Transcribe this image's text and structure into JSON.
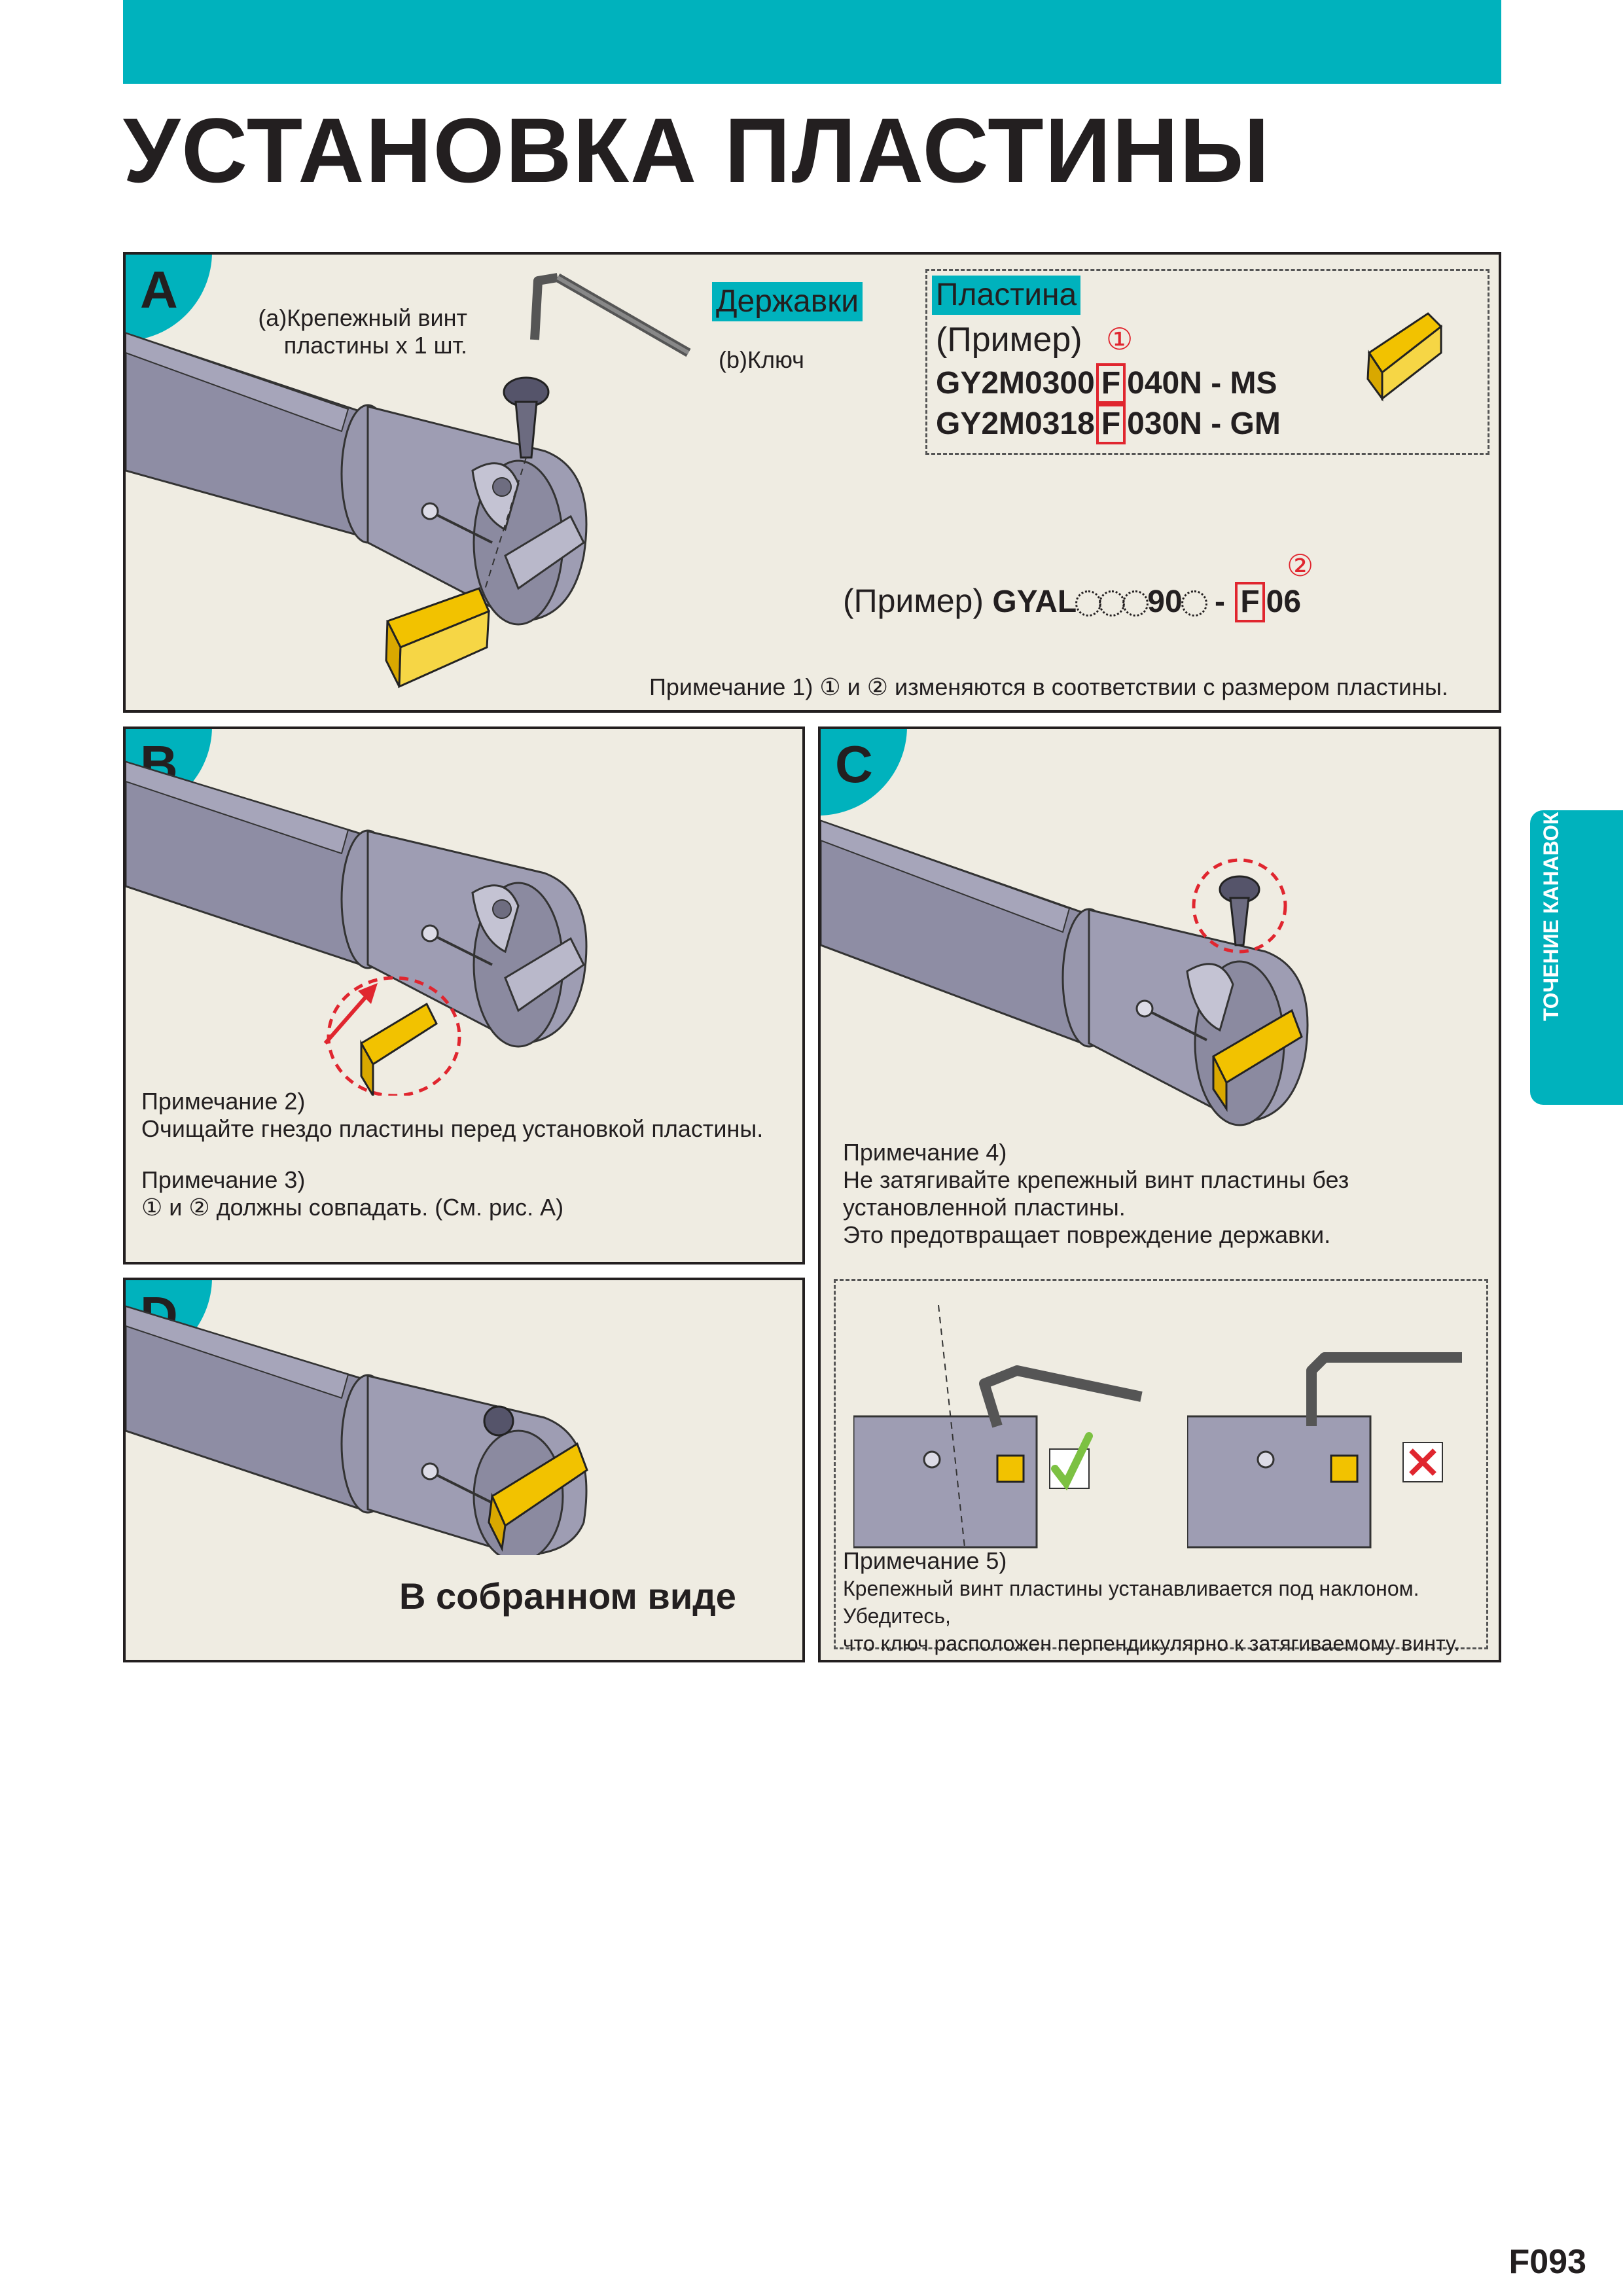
{
  "title": "УСТАНОВКА ПЛАСТИНЫ",
  "side_tab": "ТОЧЕНИЕ КАНАВОК",
  "page_number": "F093",
  "colors": {
    "accent": "#00b2bd",
    "panel_bg": "#efece2",
    "highlight": "#e0262f",
    "insert": "#f2c200"
  },
  "panelA": {
    "letter": "A",
    "screw_label_1": "(a)Крепежный винт",
    "screw_label_2": "пластины x 1 шт.",
    "holder_tag": "Державки",
    "key_label": "(b)Ключ",
    "insert_tag": "Пластина",
    "example_label": "(Пример)",
    "marker_1": "①",
    "marker_2": "②",
    "code1_pre": "GY2M0300",
    "code1_f": "F",
    "code1_post": "040N - MS",
    "code2_pre": "GY2M0318",
    "code2_f": "F",
    "code2_post": "030N - GM",
    "example2_label": "(Пример)",
    "example2_pre": "GYAL",
    "example2_mid": "90",
    "example2_dash": "-",
    "example2_f": "F",
    "example2_post": "06",
    "note1": "Примечание 1) ① и ② изменяются в соответствии с размером пластины."
  },
  "panelB": {
    "letter": "B",
    "note2_title": "Примечание 2)",
    "note2_text": "Очищайте гнездо пластины перед установкой пластины.",
    "note3_title": "Примечание 3)",
    "note3_text": "① и ② должны совпадать. (См. рис. A)"
  },
  "panelC": {
    "letter": "C",
    "note4_title": "Примечание 4)",
    "note4_line1": "Не затягивайте крепежный винт пластины без",
    "note4_line2": "установленной пластины.",
    "note4_line3": "Это предотвращает повреждение державки.",
    "note5_title": "Примечание 5)",
    "note5_line1": "Крепежный винт пластины устанавливается под наклоном. Убедитесь,",
    "note5_line2": "что ключ расположен перпендикулярно к затягиваемому винту."
  },
  "panelD": {
    "letter": "D",
    "caption": "В собранном виде"
  }
}
